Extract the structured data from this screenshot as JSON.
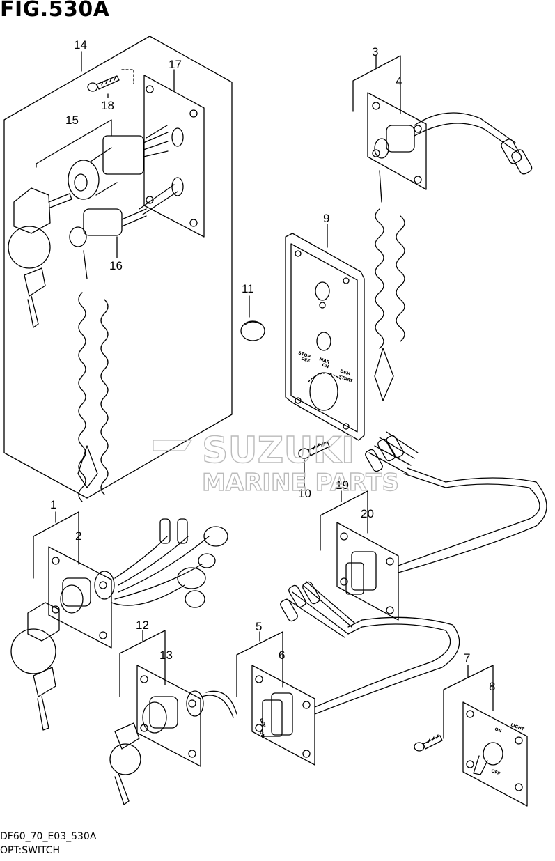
{
  "figure": {
    "title": "FIG.530A",
    "footer_code": "DF60_70_E03_530A",
    "footer_name": "OPT:SWITCH"
  },
  "watermark": {
    "line1": "SUZUKI",
    "line2": "MARINE PARTS"
  },
  "callouts": [
    "1",
    "2",
    "3",
    "4",
    "5",
    "6",
    "7",
    "8",
    "9",
    "10",
    "11",
    "12",
    "13",
    "14",
    "15",
    "16",
    "17",
    "18",
    "19",
    "20"
  ],
  "panel_labels": {
    "stop": "STOP",
    "stop_sub": "DEF",
    "mar": "MAR",
    "on": "ON",
    "dem": "DEM",
    "start": "START",
    "off": "OFF",
    "on_switch": "ON",
    "light": "LIGHT",
    "light_on": "ON",
    "light_off": "OFF"
  }
}
